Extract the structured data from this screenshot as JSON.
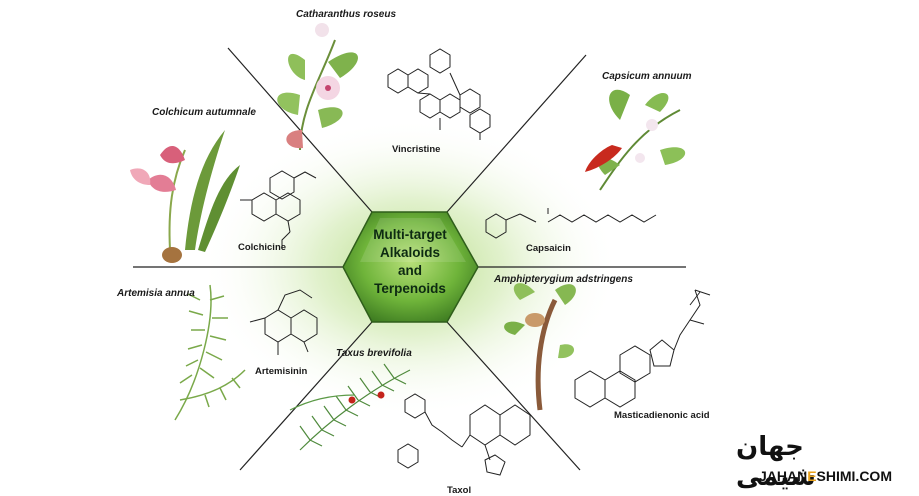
{
  "center": {
    "line1": "Multi-target",
    "line2": "Alkaloids",
    "line3": "and",
    "line4": "Terpenoids"
  },
  "sections": [
    {
      "species": "Catharanthus roseus",
      "compound": "Vincristine"
    },
    {
      "species": "Capsicum annuum",
      "compound": "Capsaicin"
    },
    {
      "species": "Amphipterygium adstringens",
      "compound": "Masticadienonic acid"
    },
    {
      "species": "Taxus brevifolia",
      "compound": "Taxol"
    },
    {
      "species": "Artemisia annua",
      "compound": "Artemisinin"
    },
    {
      "species": "Colchicum autumnale",
      "compound": "Colchicine"
    }
  ],
  "logo": {
    "persian": "جهان شیمی",
    "latin_prefix": "JAHAN",
    "latin_e": "E",
    "latin_suffix": "SHIMI.COM"
  },
  "colors": {
    "center_glow": "#a6d46a",
    "hexagon_fill": "#6fb43a",
    "divider": "#222222",
    "logo_accent": "#e8a21c"
  }
}
